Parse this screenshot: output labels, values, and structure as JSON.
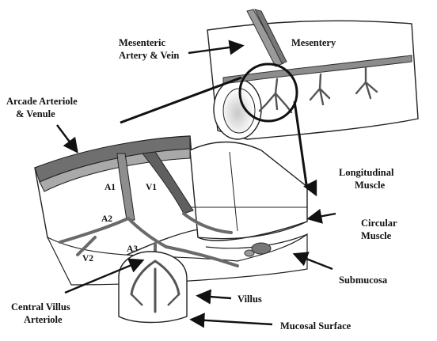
{
  "diagram": {
    "labels": {
      "mesentery": "Mesentery",
      "mesenteric_artery_vein": [
        "Mesenteric",
        "Artery & Vein"
      ],
      "arcade_arteriole_venule": [
        "Arcade Arteriole",
        "& Venule"
      ],
      "longitudinal_muscle": [
        "Longitudinal",
        "Muscle"
      ],
      "circular_muscle": [
        "Circular",
        "Muscle"
      ],
      "submucosa": "Submucosa",
      "central_villus_arteriole": [
        "Central Villus",
        "Arteriole"
      ],
      "villus": "Villus",
      "mucosal_surface": "Mucosal Surface",
      "a1": "A1",
      "v1": "V1",
      "a2": "A2",
      "a3": "A3",
      "v2": "V2"
    }
  }
}
